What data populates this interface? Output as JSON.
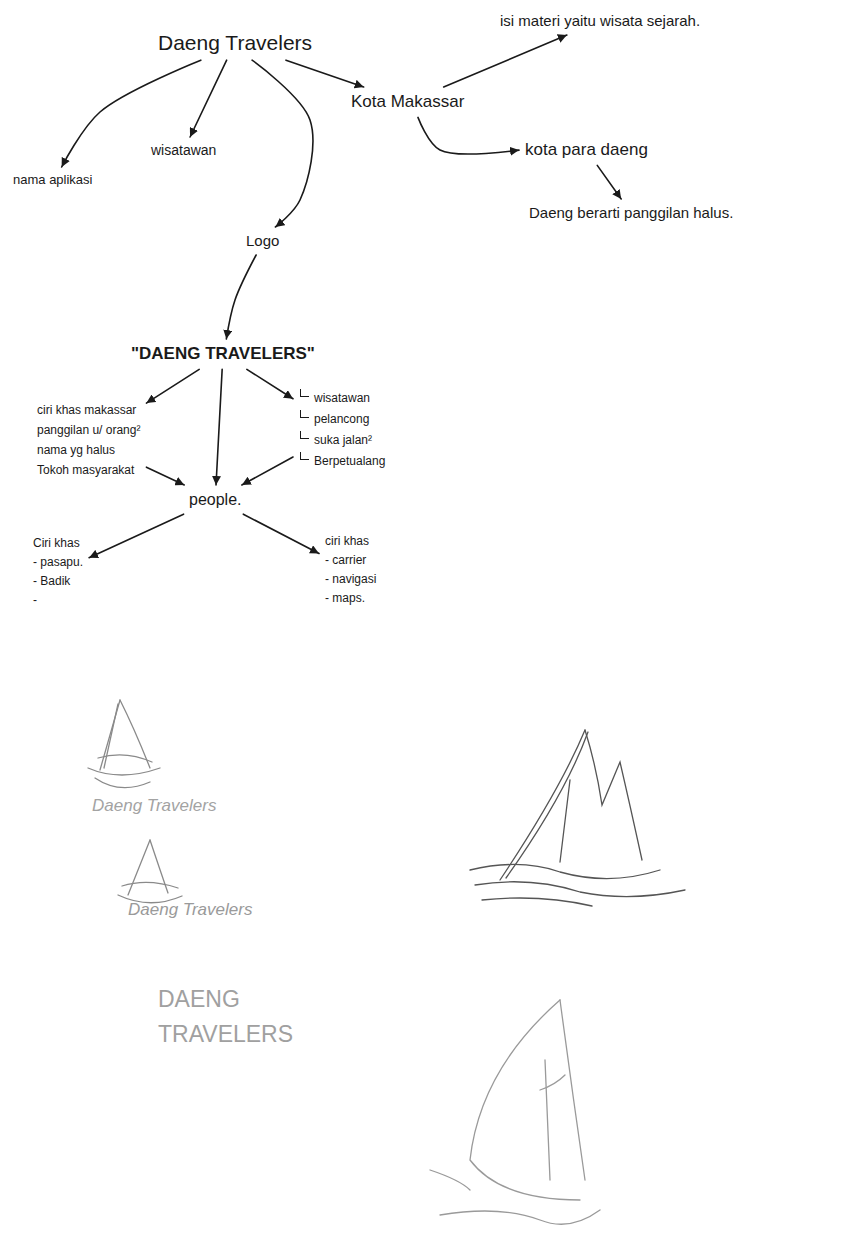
{
  "diagram": {
    "nodes": [
      {
        "text": [
          "Daeng Travelers"
        ]
      },
      {
        "text": [
          "isi materi yaitu wisata sejarah."
        ]
      },
      {
        "text": [
          "Kota Makassar"
        ]
      },
      {
        "text": [
          "wisatawan"
        ]
      },
      {
        "text": [
          "nama aplikasi"
        ]
      },
      {
        "text": [
          "kota para daeng"
        ]
      },
      {
        "text": [
          "Logo"
        ]
      },
      {
        "text": [
          "Daeng berarti panggilan halus."
        ]
      },
      {
        "text": [
          "\"DAENG TRAVELERS\""
        ]
      },
      {
        "text": [
          "ciri khas makassar",
          "panggilan u/ orang²",
          "nama yg halus",
          "Tokoh masyarakat"
        ]
      },
      {
        "text": [
          "wisatawan",
          "pelancong",
          "suka jalan²",
          "Berpetualang"
        ]
      },
      {
        "text": [
          "people."
        ]
      },
      {
        "text": [
          "Ciri khas",
          "- pasapu.",
          "- Badik",
          "-"
        ]
      },
      {
        "text": [
          "ciri khas",
          "- carrier",
          "- navigasi",
          "- maps."
        ]
      }
    ],
    "edges": [
      {
        "from": 0,
        "to": 4,
        "arrow": "to"
      },
      {
        "from": 0,
        "to": 3,
        "arrow": "to"
      },
      {
        "from": 0,
        "to": 6,
        "arrow": "to"
      },
      {
        "from": 0,
        "to": 2,
        "arrow": "to"
      },
      {
        "from": 2,
        "to": 1,
        "arrow": "to"
      },
      {
        "from": 2,
        "to": 5,
        "arrow": "to"
      },
      {
        "from": 5,
        "to": 7,
        "arrow": "to"
      },
      {
        "from": 6,
        "to": 8,
        "arrow": "to"
      },
      {
        "from": 8,
        "to": 9,
        "arrow": "to"
      },
      {
        "from": 8,
        "to": 11,
        "arrow": "to"
      },
      {
        "from": 8,
        "to": 10,
        "arrow": "to"
      },
      {
        "from": 9,
        "to": 11,
        "arrow": "to"
      },
      {
        "from": 10,
        "to": 11,
        "arrow": "to"
      },
      {
        "from": 11,
        "to": 12,
        "arrow": "to"
      },
      {
        "from": 11,
        "to": 13,
        "arrow": "to"
      }
    ],
    "labels": [
      "Daeng Travelers",
      "Daeng Travelers",
      "DAENG TRAVELERS"
    ]
  }
}
